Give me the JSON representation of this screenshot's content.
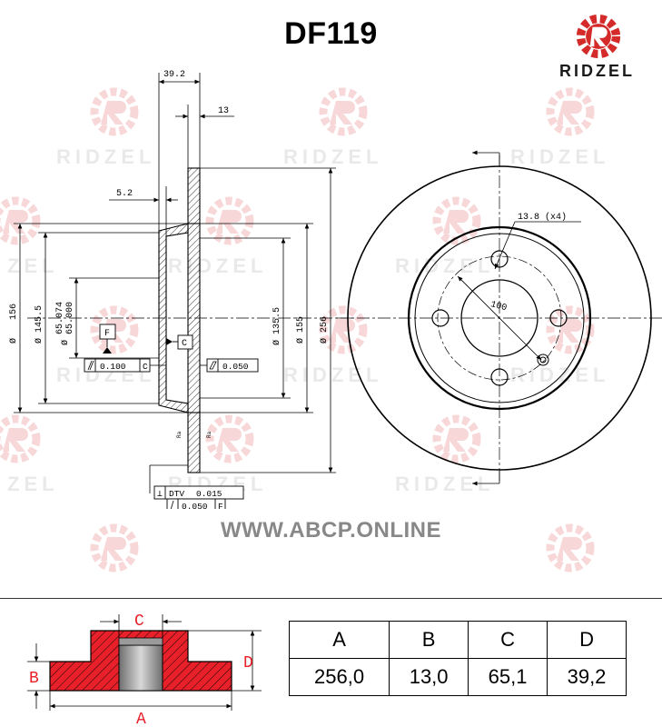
{
  "header": {
    "part_number": "DF119",
    "brand": "RIDZEL",
    "watermark_text": "RIDZEL",
    "watermark_text_left": "ZEL"
  },
  "colors": {
    "brand_red": "#d42a2a",
    "section_red": "#e8202a",
    "watermark_gray": "#e9e9e9"
  },
  "drawing": {
    "dim_39_2": "39.2",
    "dim_13": "13",
    "dim_5_2": "5.2",
    "dim_156": "156",
    "dim_145_5": "145.5",
    "dim_65_074": "65.074",
    "dim_65_000": "65.000",
    "dim_135_5": "135.5",
    "dim_155": "155",
    "dim_256": "256",
    "diam_symbol": "Ø",
    "datum_f": "F",
    "datum_c": "C",
    "tol_runout": "0.100",
    "tol_runout_ref": "C",
    "tol_flat": "0.050",
    "tol_dtv_label": "DTV",
    "tol_dtv": "0.015",
    "tol_par": "0.050",
    "tol_par_ref": "F",
    "holes_label": "13.8 (x4)",
    "pcd_label": "100"
  },
  "website": "WWW.ABCP.ONLINE",
  "section_labels": {
    "a": "A",
    "b": "B",
    "c": "C",
    "d": "D"
  },
  "spec_table": {
    "headers": [
      "A",
      "B",
      "C",
      "D"
    ],
    "values": [
      "256,0",
      "13,0",
      "65,1",
      "39,2"
    ]
  }
}
